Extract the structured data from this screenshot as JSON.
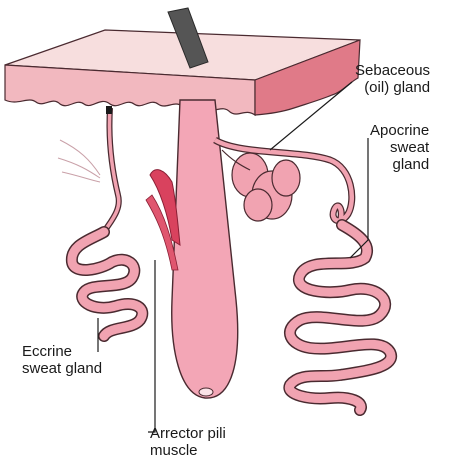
{
  "labels": {
    "sebaceous": [
      "Sebaceous",
      "(oil) gland"
    ],
    "apocrine": [
      "Apocrine",
      "sweat",
      "gland"
    ],
    "eccrine": [
      "Eccrine",
      "sweat gland"
    ],
    "arrector": [
      "Arrector pili",
      "muscle"
    ]
  },
  "colors": {
    "skin_surface": "#f7dede",
    "skin_front": "#f2b8bf",
    "skin_side": "#e07a88",
    "follicle": "#f3a6b6",
    "gland": "#f1a3b1",
    "outline": "#4a2a30",
    "hair": "#555555",
    "muscle": "#d9425e"
  }
}
